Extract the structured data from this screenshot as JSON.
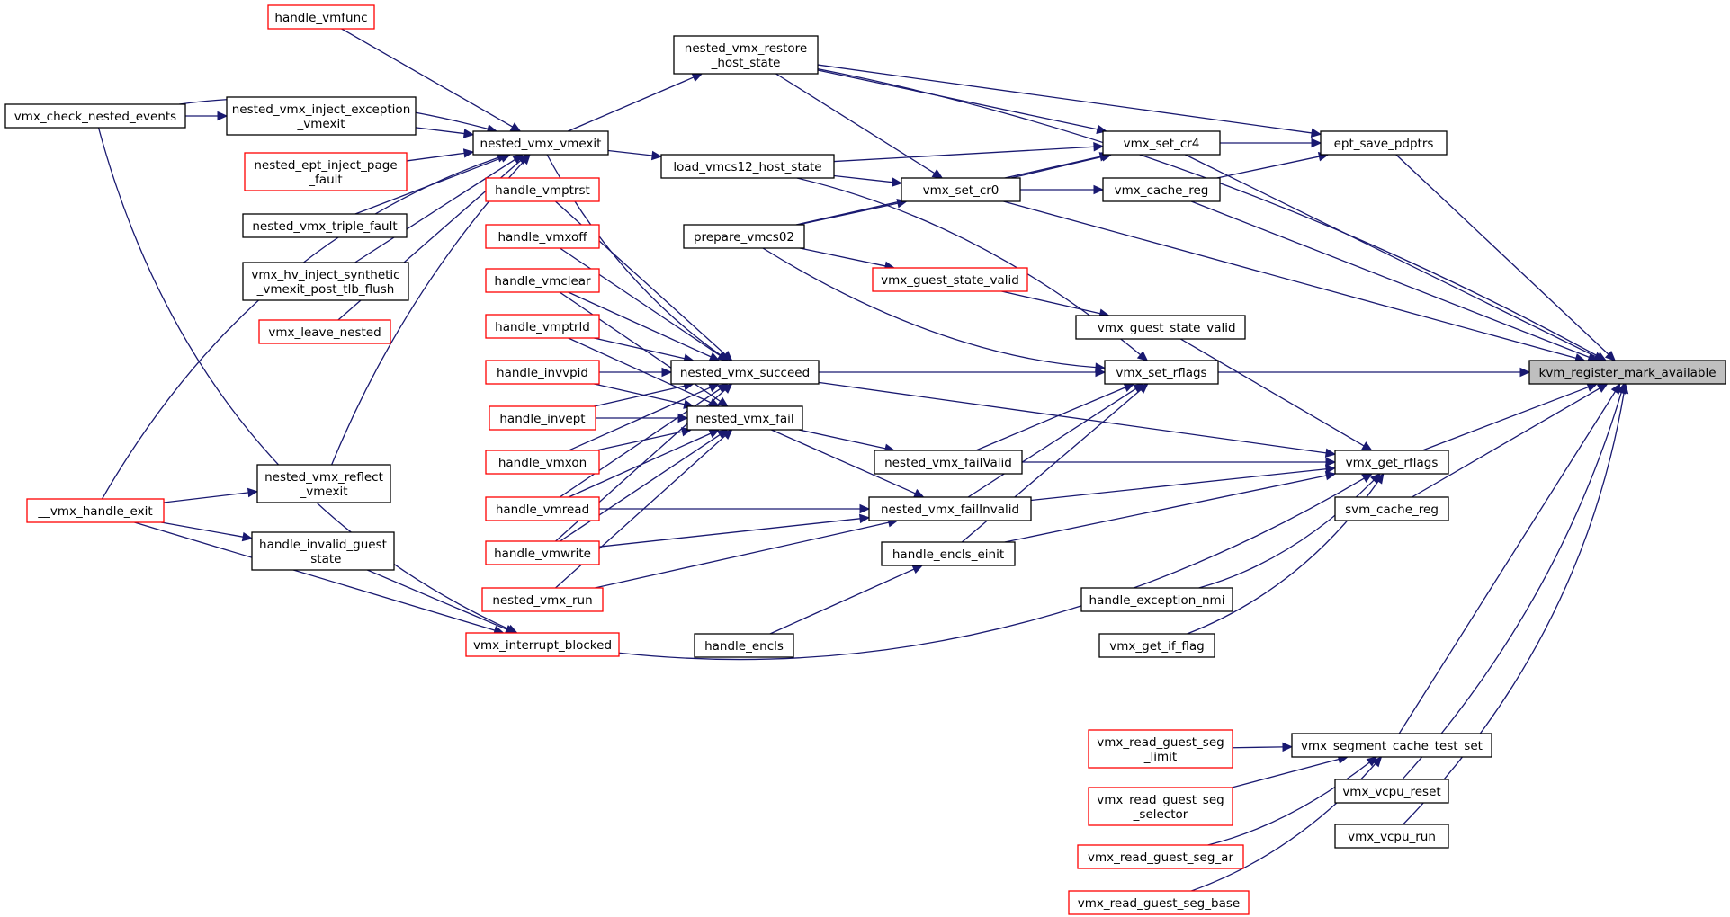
{
  "diagram": {
    "kind": "call-graph",
    "colors": {
      "edge": "#191970",
      "node_border": "#000000",
      "node_border_missing_docs": "#ff0000",
      "root_fill": "#bfbfbf",
      "node_fill": "#ffffff"
    },
    "root": "kvm_register_mark_available",
    "nodes": [
      {
        "id": "handle_vmfunc",
        "lines": [
          "handle_vmfunc"
        ],
        "style": "red"
      },
      {
        "id": "nested_vmx_restore_host_state",
        "lines": [
          "nested_vmx_restore",
          "_host_state"
        ],
        "style": "normal"
      },
      {
        "id": "vmx_check_nested_events",
        "lines": [
          "vmx_check_nested_events"
        ],
        "style": "normal"
      },
      {
        "id": "nested_vmx_inject_exception_vmexit",
        "lines": [
          "nested_vmx_inject_exception",
          "_vmexit"
        ],
        "style": "normal"
      },
      {
        "id": "nested_vmx_vmexit",
        "lines": [
          "nested_vmx_vmexit"
        ],
        "style": "normal"
      },
      {
        "id": "vmx_set_cr4",
        "lines": [
          "vmx_set_cr4"
        ],
        "style": "normal"
      },
      {
        "id": "ept_save_pdptrs",
        "lines": [
          "ept_save_pdptrs"
        ],
        "style": "normal"
      },
      {
        "id": "nested_ept_inject_page_fault",
        "lines": [
          "nested_ept_inject_page",
          "_fault"
        ],
        "style": "red"
      },
      {
        "id": "load_vmcs12_host_state",
        "lines": [
          "load_vmcs12_host_state"
        ],
        "style": "normal"
      },
      {
        "id": "vmx_set_cr0",
        "lines": [
          "vmx_set_cr0"
        ],
        "style": "normal"
      },
      {
        "id": "vmx_cache_reg",
        "lines": [
          "vmx_cache_reg"
        ],
        "style": "normal"
      },
      {
        "id": "handle_vmptrst",
        "lines": [
          "handle_vmptrst"
        ],
        "style": "red"
      },
      {
        "id": "nested_vmx_triple_fault",
        "lines": [
          "nested_vmx_triple_fault"
        ],
        "style": "normal"
      },
      {
        "id": "prepare_vmcs02",
        "lines": [
          "prepare_vmcs02"
        ],
        "style": "normal"
      },
      {
        "id": "handle_vmxoff",
        "lines": [
          "handle_vmxoff"
        ],
        "style": "red"
      },
      {
        "id": "vmx_hv_inject_synthetic_vmexit_post_tlb_flush",
        "lines": [
          "vmx_hv_inject_synthetic",
          "_vmexit_post_tlb_flush"
        ],
        "style": "normal"
      },
      {
        "id": "handle_vmclear",
        "lines": [
          "handle_vmclear"
        ],
        "style": "red"
      },
      {
        "id": "vmx_guest_state_valid",
        "lines": [
          "vmx_guest_state_valid"
        ],
        "style": "red"
      },
      {
        "id": "__vmx_guest_state_valid",
        "lines": [
          "__vmx_guest_state_valid"
        ],
        "style": "normal"
      },
      {
        "id": "vmx_leave_nested",
        "lines": [
          "vmx_leave_nested"
        ],
        "style": "red"
      },
      {
        "id": "handle_vmptrld",
        "lines": [
          "handle_vmptrld"
        ],
        "style": "red"
      },
      {
        "id": "nested_vmx_succeed",
        "lines": [
          "nested_vmx_succeed"
        ],
        "style": "normal"
      },
      {
        "id": "vmx_set_rflags",
        "lines": [
          "vmx_set_rflags"
        ],
        "style": "normal"
      },
      {
        "id": "kvm_register_mark_available",
        "lines": [
          "kvm_register_mark_available"
        ],
        "style": "root"
      },
      {
        "id": "handle_invvpid",
        "lines": [
          "handle_invvpid"
        ],
        "style": "red"
      },
      {
        "id": "handle_invept",
        "lines": [
          "handle_invept"
        ],
        "style": "red"
      },
      {
        "id": "nested_vmx_fail",
        "lines": [
          "nested_vmx_fail"
        ],
        "style": "normal"
      },
      {
        "id": "handle_vmxon",
        "lines": [
          "handle_vmxon"
        ],
        "style": "red"
      },
      {
        "id": "nested_vmx_failValid",
        "lines": [
          "nested_vmx_failValid"
        ],
        "style": "normal"
      },
      {
        "id": "vmx_get_rflags",
        "lines": [
          "vmx_get_rflags"
        ],
        "style": "normal"
      },
      {
        "id": "nested_vmx_reflect_vmexit",
        "lines": [
          "nested_vmx_reflect",
          "_vmexit"
        ],
        "style": "normal"
      },
      {
        "id": "svm_cache_reg",
        "lines": [
          "svm_cache_reg"
        ],
        "style": "normal"
      },
      {
        "id": "__vmx_handle_exit",
        "lines": [
          "__vmx_handle_exit"
        ],
        "style": "red"
      },
      {
        "id": "handle_vmread",
        "lines": [
          "handle_vmread"
        ],
        "style": "red"
      },
      {
        "id": "nested_vmx_failInvalid",
        "lines": [
          "nested_vmx_failInvalid"
        ],
        "style": "normal"
      },
      {
        "id": "handle_invalid_guest_state",
        "lines": [
          "handle_invalid_guest",
          "_state"
        ],
        "style": "normal"
      },
      {
        "id": "handle_vmwrite",
        "lines": [
          "handle_vmwrite"
        ],
        "style": "red"
      },
      {
        "id": "handle_encls_einit",
        "lines": [
          "handle_encls_einit"
        ],
        "style": "normal"
      },
      {
        "id": "nested_vmx_run",
        "lines": [
          "nested_vmx_run"
        ],
        "style": "red"
      },
      {
        "id": "handle_exception_nmi",
        "lines": [
          "handle_exception_nmi"
        ],
        "style": "normal"
      },
      {
        "id": "vmx_interrupt_blocked",
        "lines": [
          "vmx_interrupt_blocked"
        ],
        "style": "red"
      },
      {
        "id": "handle_encls",
        "lines": [
          "handle_encls"
        ],
        "style": "normal"
      },
      {
        "id": "vmx_get_if_flag",
        "lines": [
          "vmx_get_if_flag"
        ],
        "style": "normal"
      },
      {
        "id": "vmx_read_guest_seg_limit",
        "lines": [
          "vmx_read_guest_seg",
          "_limit"
        ],
        "style": "red"
      },
      {
        "id": "vmx_segment_cache_test_set",
        "lines": [
          "vmx_segment_cache_test_set"
        ],
        "style": "normal"
      },
      {
        "id": "vmx_read_guest_seg_selector",
        "lines": [
          "vmx_read_guest_seg",
          "_selector"
        ],
        "style": "red"
      },
      {
        "id": "vmx_vcpu_reset",
        "lines": [
          "vmx_vcpu_reset"
        ],
        "style": "normal"
      },
      {
        "id": "vmx_vcpu_run",
        "lines": [
          "vmx_vcpu_run"
        ],
        "style": "normal"
      },
      {
        "id": "vmx_read_guest_seg_ar",
        "lines": [
          "vmx_read_guest_seg_ar"
        ],
        "style": "red"
      },
      {
        "id": "vmx_read_guest_seg_base",
        "lines": [
          "vmx_read_guest_seg_base"
        ],
        "style": "red"
      }
    ],
    "edges": [
      [
        "nested_vmx_restore_host_state",
        "kvm_register_mark_available"
      ],
      [
        "vmx_set_cr4",
        "kvm_register_mark_available"
      ],
      [
        "ept_save_pdptrs",
        "kvm_register_mark_available"
      ],
      [
        "vmx_cache_reg",
        "kvm_register_mark_available"
      ],
      [
        "vmx_set_cr0",
        "kvm_register_mark_available"
      ],
      [
        "vmx_set_rflags",
        "kvm_register_mark_available"
      ],
      [
        "vmx_get_rflags",
        "kvm_register_mark_available"
      ],
      [
        "svm_cache_reg",
        "kvm_register_mark_available"
      ],
      [
        "vmx_segment_cache_test_set",
        "kvm_register_mark_available"
      ],
      [
        "vmx_vcpu_reset",
        "kvm_register_mark_available"
      ],
      [
        "vmx_vcpu_run",
        "kvm_register_mark_available"
      ],
      [
        "nested_vmx_restore_host_state",
        "ept_save_pdptrs"
      ],
      [
        "vmx_set_cr4",
        "ept_save_pdptrs"
      ],
      [
        "vmx_cache_reg",
        "ept_save_pdptrs"
      ],
      [
        "nested_vmx_restore_host_state",
        "vmx_set_cr4"
      ],
      [
        "load_vmcs12_host_state",
        "vmx_set_cr4"
      ],
      [
        "vmx_set_cr0",
        "vmx_set_cr4"
      ],
      [
        "prepare_vmcs02",
        "vmx_set_cr4"
      ],
      [
        "nested_vmx_restore_host_state",
        "vmx_set_cr0"
      ],
      [
        "load_vmcs12_host_state",
        "vmx_set_cr0"
      ],
      [
        "prepare_vmcs02",
        "vmx_set_cr0"
      ],
      [
        "vmx_set_cr0",
        "vmx_cache_reg"
      ],
      [
        "nested_vmx_vmexit",
        "nested_vmx_restore_host_state"
      ],
      [
        "nested_vmx_vmexit",
        "load_vmcs12_host_state"
      ],
      [
        "handle_vmfunc",
        "nested_vmx_vmexit"
      ],
      [
        "vmx_check_nested_events",
        "nested_vmx_vmexit"
      ],
      [
        "nested_vmx_inject_exception_vmexit",
        "nested_vmx_vmexit"
      ],
      [
        "nested_ept_inject_page_fault",
        "nested_vmx_vmexit"
      ],
      [
        "nested_vmx_triple_fault",
        "nested_vmx_vmexit"
      ],
      [
        "vmx_hv_inject_synthetic_vmexit_post_tlb_flush",
        "nested_vmx_vmexit"
      ],
      [
        "vmx_leave_nested",
        "nested_vmx_vmexit"
      ],
      [
        "nested_vmx_reflect_vmexit",
        "nested_vmx_vmexit"
      ],
      [
        "__vmx_handle_exit",
        "nested_vmx_vmexit"
      ],
      [
        "vmx_check_nested_events",
        "nested_vmx_inject_exception_vmexit"
      ],
      [
        "__vmx_handle_exit",
        "nested_vmx_reflect_vmexit"
      ],
      [
        "__vmx_handle_exit",
        "handle_invalid_guest_state"
      ],
      [
        "prepare_vmcs02",
        "vmx_guest_state_valid"
      ],
      [
        "vmx_guest_state_valid",
        "__vmx_guest_state_valid"
      ],
      [
        "__vmx_guest_state_valid",
        "vmx_get_rflags"
      ],
      [
        "load_vmcs12_host_state",
        "vmx_set_rflags"
      ],
      [
        "prepare_vmcs02",
        "vmx_set_rflags"
      ],
      [
        "nested_vmx_succeed",
        "vmx_set_rflags"
      ],
      [
        "nested_vmx_failValid",
        "vmx_set_rflags"
      ],
      [
        "nested_vmx_failInvalid",
        "vmx_set_rflags"
      ],
      [
        "handle_encls_einit",
        "vmx_set_rflags"
      ],
      [
        "nested_vmx_succeed",
        "vmx_get_rflags"
      ],
      [
        "nested_vmx_failValid",
        "vmx_get_rflags"
      ],
      [
        "nested_vmx_failInvalid",
        "vmx_get_rflags"
      ],
      [
        "handle_encls_einit",
        "vmx_get_rflags"
      ],
      [
        "handle_exception_nmi",
        "vmx_get_rflags"
      ],
      [
        "vmx_get_if_flag",
        "vmx_get_rflags"
      ],
      [
        "vmx_interrupt_blocked",
        "vmx_get_rflags"
      ],
      [
        "nested_vmx_fail",
        "nested_vmx_failValid"
      ],
      [
        "nested_vmx_fail",
        "nested_vmx_failInvalid"
      ],
      [
        "handle_vmread",
        "nested_vmx_failInvalid"
      ],
      [
        "handle_vmwrite",
        "nested_vmx_failInvalid"
      ],
      [
        "nested_vmx_run",
        "nested_vmx_failInvalid"
      ],
      [
        "handle_vmptrst",
        "nested_vmx_succeed"
      ],
      [
        "handle_vmxoff",
        "nested_vmx_succeed"
      ],
      [
        "handle_vmclear",
        "nested_vmx_succeed"
      ],
      [
        "handle_vmptrld",
        "nested_vmx_succeed"
      ],
      [
        "handle_invvpid",
        "nested_vmx_succeed"
      ],
      [
        "handle_invept",
        "nested_vmx_succeed"
      ],
      [
        "handle_vmxon",
        "nested_vmx_succeed"
      ],
      [
        "handle_vmread",
        "nested_vmx_succeed"
      ],
      [
        "handle_vmwrite",
        "nested_vmx_succeed"
      ],
      [
        "nested_vmx_vmexit",
        "nested_vmx_succeed"
      ],
      [
        "handle_vmclear",
        "nested_vmx_fail"
      ],
      [
        "handle_vmptrld",
        "nested_vmx_fail"
      ],
      [
        "handle_invvpid",
        "nested_vmx_fail"
      ],
      [
        "handle_invept",
        "nested_vmx_fail"
      ],
      [
        "handle_vmxon",
        "nested_vmx_fail"
      ],
      [
        "handle_vmread",
        "nested_vmx_fail"
      ],
      [
        "handle_vmwrite",
        "nested_vmx_fail"
      ],
      [
        "nested_vmx_run",
        "nested_vmx_fail"
      ],
      [
        "handle_encls",
        "handle_encls_einit"
      ],
      [
        "__vmx_handle_exit",
        "vmx_interrupt_blocked"
      ],
      [
        "handle_invalid_guest_state",
        "vmx_interrupt_blocked"
      ],
      [
        "vmx_check_nested_events",
        "vmx_interrupt_blocked"
      ],
      [
        "vmx_read_guest_seg_limit",
        "vmx_segment_cache_test_set"
      ],
      [
        "vmx_read_guest_seg_selector",
        "vmx_segment_cache_test_set"
      ],
      [
        "vmx_read_guest_seg_ar",
        "vmx_segment_cache_test_set"
      ],
      [
        "vmx_read_guest_seg_base",
        "vmx_segment_cache_test_set"
      ]
    ]
  }
}
